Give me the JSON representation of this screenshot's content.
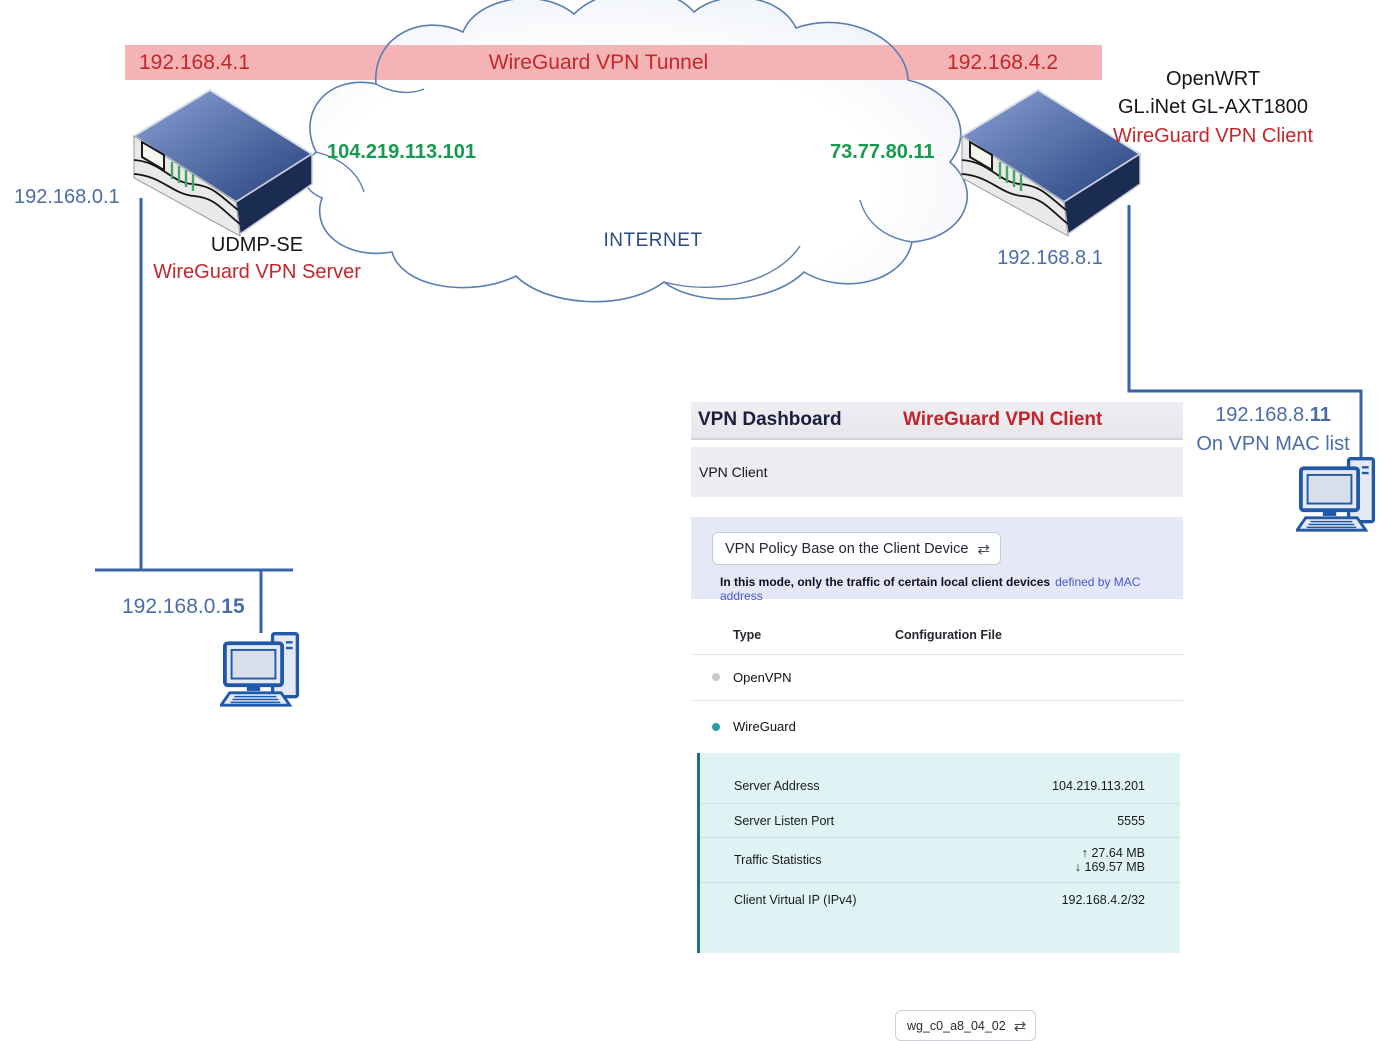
{
  "diagram": {
    "tunnel_band": {
      "left_ip": "192.168.4.1",
      "title": "WireGuard VPN Tunnel",
      "right_ip": "192.168.4.2"
    },
    "internet_label": "INTERNET",
    "server_public_ip": "104.219.113.101",
    "client_public_ip": "73.77.80.11",
    "server_router": {
      "lan_ip": "192.168.0.1",
      "name": "UDMP-SE",
      "role": "WireGuard VPN Server"
    },
    "client_router": {
      "lan_ip": "192.168.8.1",
      "name_line1": "OpenWRT",
      "name_line2": "GL.iNet GL-AXT1800",
      "role": "WireGuard VPN Client"
    },
    "server_lan_host": {
      "ip_prefix": "192.168.0.",
      "ip_suffix": "15"
    },
    "client_lan_host": {
      "ip_prefix": "192.168.8.",
      "ip_suffix": "11",
      "note": "On VPN MAC list"
    }
  },
  "dashboard": {
    "title": "VPN Dashboard",
    "subtitle": "WireGuard VPN Client",
    "section_label": "VPN Client",
    "policy": {
      "button_label": "VPN Policy Base on the Client Device",
      "description": "In this mode, only the traffic of certain local client devices",
      "link_text": "defined by MAC address"
    },
    "table": {
      "header_type": "Type",
      "header_config": "Configuration File",
      "rows": [
        {
          "type": "OpenVPN",
          "config": ""
        },
        {
          "type": "WireGuard",
          "config": "wg_c0_a8_04_02"
        }
      ]
    },
    "details": {
      "rows": [
        {
          "label": "Server Address",
          "value": "104.219.113.201"
        },
        {
          "label": "Server Listen Port",
          "value": "5555"
        },
        {
          "label": "Traffic Statistics",
          "up_value": "27.64 MB",
          "down_value": "169.57 MB"
        },
        {
          "label": "Client Virtual IP (IPv4)",
          "value": "192.168.4.2/32"
        }
      ]
    },
    "icons": {
      "swap": "⇄",
      "up_arrow": "↑",
      "down_arrow": "↓"
    }
  },
  "colors": {
    "tunnel_band_bg": "#f4b4b6",
    "tunnel_text_red": "#c3272b",
    "public_ip_green": "#169a4d",
    "lan_ip_blue": "#4a6da8",
    "line_blue": "#3a64a8",
    "panel_subtitle_red": "#c5232a",
    "detail_card_bg": "#dff3f5",
    "detail_card_border": "#20707f",
    "wireguard_dot_teal": "#2a9daa",
    "openvpn_dot_gray": "#c9c9cd"
  }
}
